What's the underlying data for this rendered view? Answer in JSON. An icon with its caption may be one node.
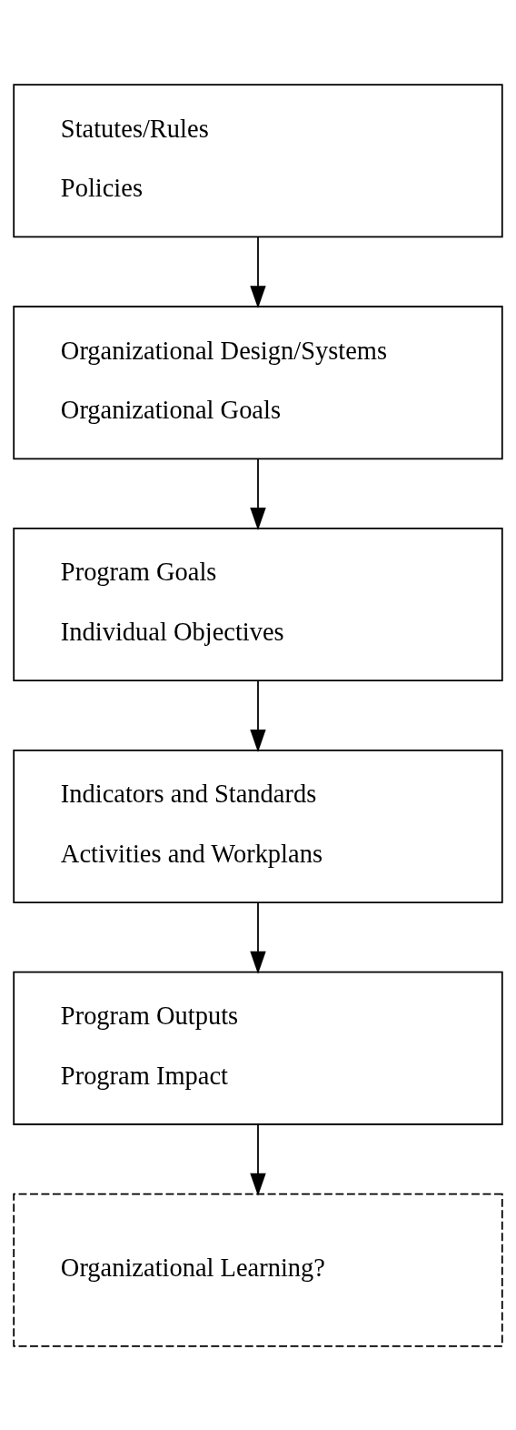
{
  "diagram": {
    "nodes": [
      {
        "text": [
          "Statutes/Rules",
          "Policies"
        ]
      },
      {
        "text": [
          "Organizational Design/Systems",
          "Organizational Goals"
        ]
      },
      {
        "text": [
          "Program Goals",
          "Individual Objectives"
        ]
      },
      {
        "text": [
          "Indicators and Standards",
          "Activities and Workplans"
        ]
      },
      {
        "text": [
          "Program Outputs",
          "Program Impact"
        ]
      },
      {
        "text": [
          "Organizational Learning?"
        ]
      }
    ],
    "edges": [
      {
        "from": 0,
        "to": 1,
        "arrow": "to"
      },
      {
        "from": 1,
        "to": 2,
        "arrow": "to"
      },
      {
        "from": 2,
        "to": 3,
        "arrow": "to"
      },
      {
        "from": 3,
        "to": 4,
        "arrow": "to"
      },
      {
        "from": 4,
        "to": 5,
        "arrow": "to"
      }
    ]
  }
}
